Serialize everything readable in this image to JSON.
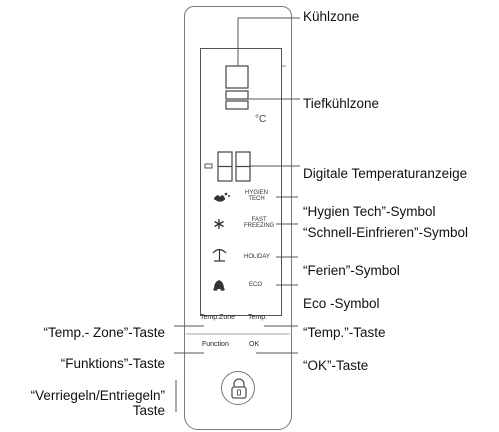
{
  "labels_right": {
    "kuehlzone": "Kühlzone",
    "tiefkuehlzone": "Tiefkühlzone",
    "temperaturanzeige": "Digitale Temperaturanzeige",
    "hygien_tech_symbol": "“Hygien Tech”-Symbol",
    "schnell_einfrieren_symbol": "“Schnell-Einfrieren”-Symbol",
    "ferien_symbol": "“Ferien”-Symbol",
    "eco_symbol": "Eco -Symbol",
    "temp_taste": "“Temp.”-Taste",
    "ok_taste": "“OK”-Taste"
  },
  "labels_left": {
    "temp_zone_taste": "“Temp.- Zone”-Taste",
    "funktions_taste": "“Funktions”-Taste",
    "verriegeln_line1": "“Verriegeln/Entriegeln”",
    "verriegeln_line2": "Taste"
  },
  "panel": {
    "degree_unit": "°C",
    "mode_hygien": [
      "HYGIEN",
      "TECH"
    ],
    "mode_fast": [
      "FAST",
      "FREEZING"
    ],
    "mode_holiday": "HOLIDAY",
    "mode_eco": "ECO",
    "btn_temp_zone": "Temp.Zone",
    "btn_temp": "Temp.",
    "btn_function": "Function",
    "btn_ok": "OK"
  },
  "icons": [
    "hygien-tech-icon",
    "snowflake-icon",
    "beach-umbrella-icon",
    "leaf-icon",
    "padlock-icon"
  ],
  "colors": {
    "line": "#555555",
    "panel_border": "#7a7a7a",
    "text": "#111111"
  }
}
